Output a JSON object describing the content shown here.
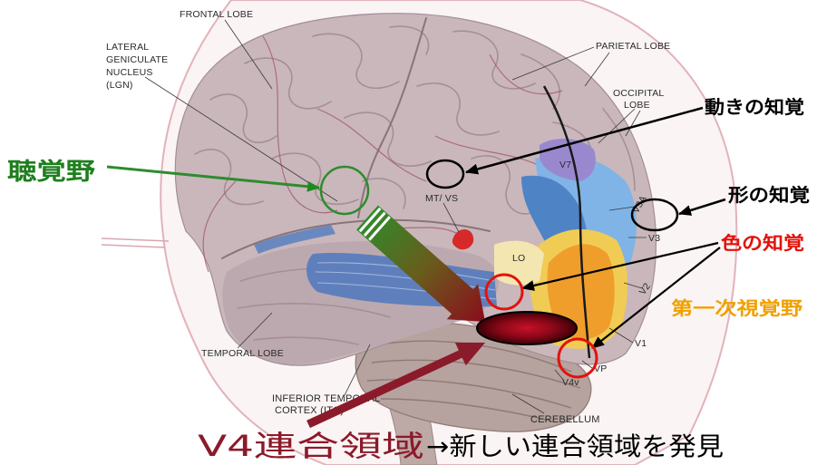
{
  "anatomy_labels": {
    "frontal_lobe": "FRONTAL LOBE",
    "lgn": [
      "LATERAL",
      "GENICULATE",
      "NUCLEUS",
      "(LGN)"
    ],
    "parietal_lobe": "PARIETAL LOBE",
    "occipital_lobe": [
      "OCCIPITAL",
      "LOBE"
    ],
    "mt": "MT/ VS",
    "v7": "V7",
    "v3a": "V3A",
    "v3": "V3",
    "lo": "LO",
    "v2": "V2",
    "v1": "V1",
    "vp": "VP",
    "v4v": "V4v",
    "temporal_lobe": "TEMPORAL LOBE",
    "itc": [
      "INFERIOR TEMPORAL",
      "CORTEX (ITC)"
    ],
    "cerebellum": "CEREBELLUM"
  },
  "annotations": {
    "auditory_cortex": {
      "text": "聴覚野",
      "color": "#1e7f1e"
    },
    "motion_perception": {
      "text": "動きの知覚",
      "color": "#000000"
    },
    "form_perception": {
      "text": "形の知覚",
      "color": "#000000"
    },
    "color_perception": {
      "text": "色の知覚",
      "color": "#e3120b"
    },
    "primary_visual_cortex": {
      "text": "第一次視覚野",
      "color": "#f0a000"
    }
  },
  "caption": {
    "highlight": "V4連合領域",
    "highlight_color": "#8b1a2a",
    "rest": "→新しい連合領域を発見",
    "rest_color": "#000000"
  },
  "colors": {
    "auditory_green": "#2e8b2e",
    "marker_black": "#000000",
    "marker_red": "#e3120b",
    "v4_arrow": "#8b1a2a"
  },
  "region_colors": {
    "brain": "#c9b7bc",
    "temporal": "#bca9af",
    "optic_radiation": "#5f7fbc",
    "cerebellum": "#b6a29e",
    "v7": "#9a88cf",
    "v3a": "#80b4e6",
    "v3": "#4e84c6",
    "v2": "#f0cc55",
    "v1": "#ef9e2c",
    "lo": "#f3e6b0",
    "mt": "#d62a2a"
  }
}
